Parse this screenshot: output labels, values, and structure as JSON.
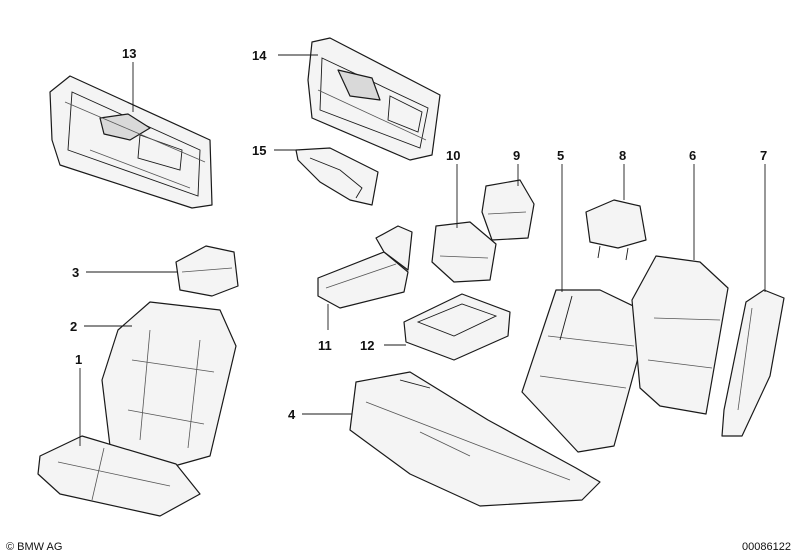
{
  "callouts": [
    "1",
    "2",
    "3",
    "4",
    "5",
    "6",
    "7",
    "8",
    "9",
    "10",
    "11",
    "12",
    "13",
    "14",
    "15"
  ],
  "footer": {
    "copyright": "© BMW AG",
    "diagram_number": "00086122"
  }
}
